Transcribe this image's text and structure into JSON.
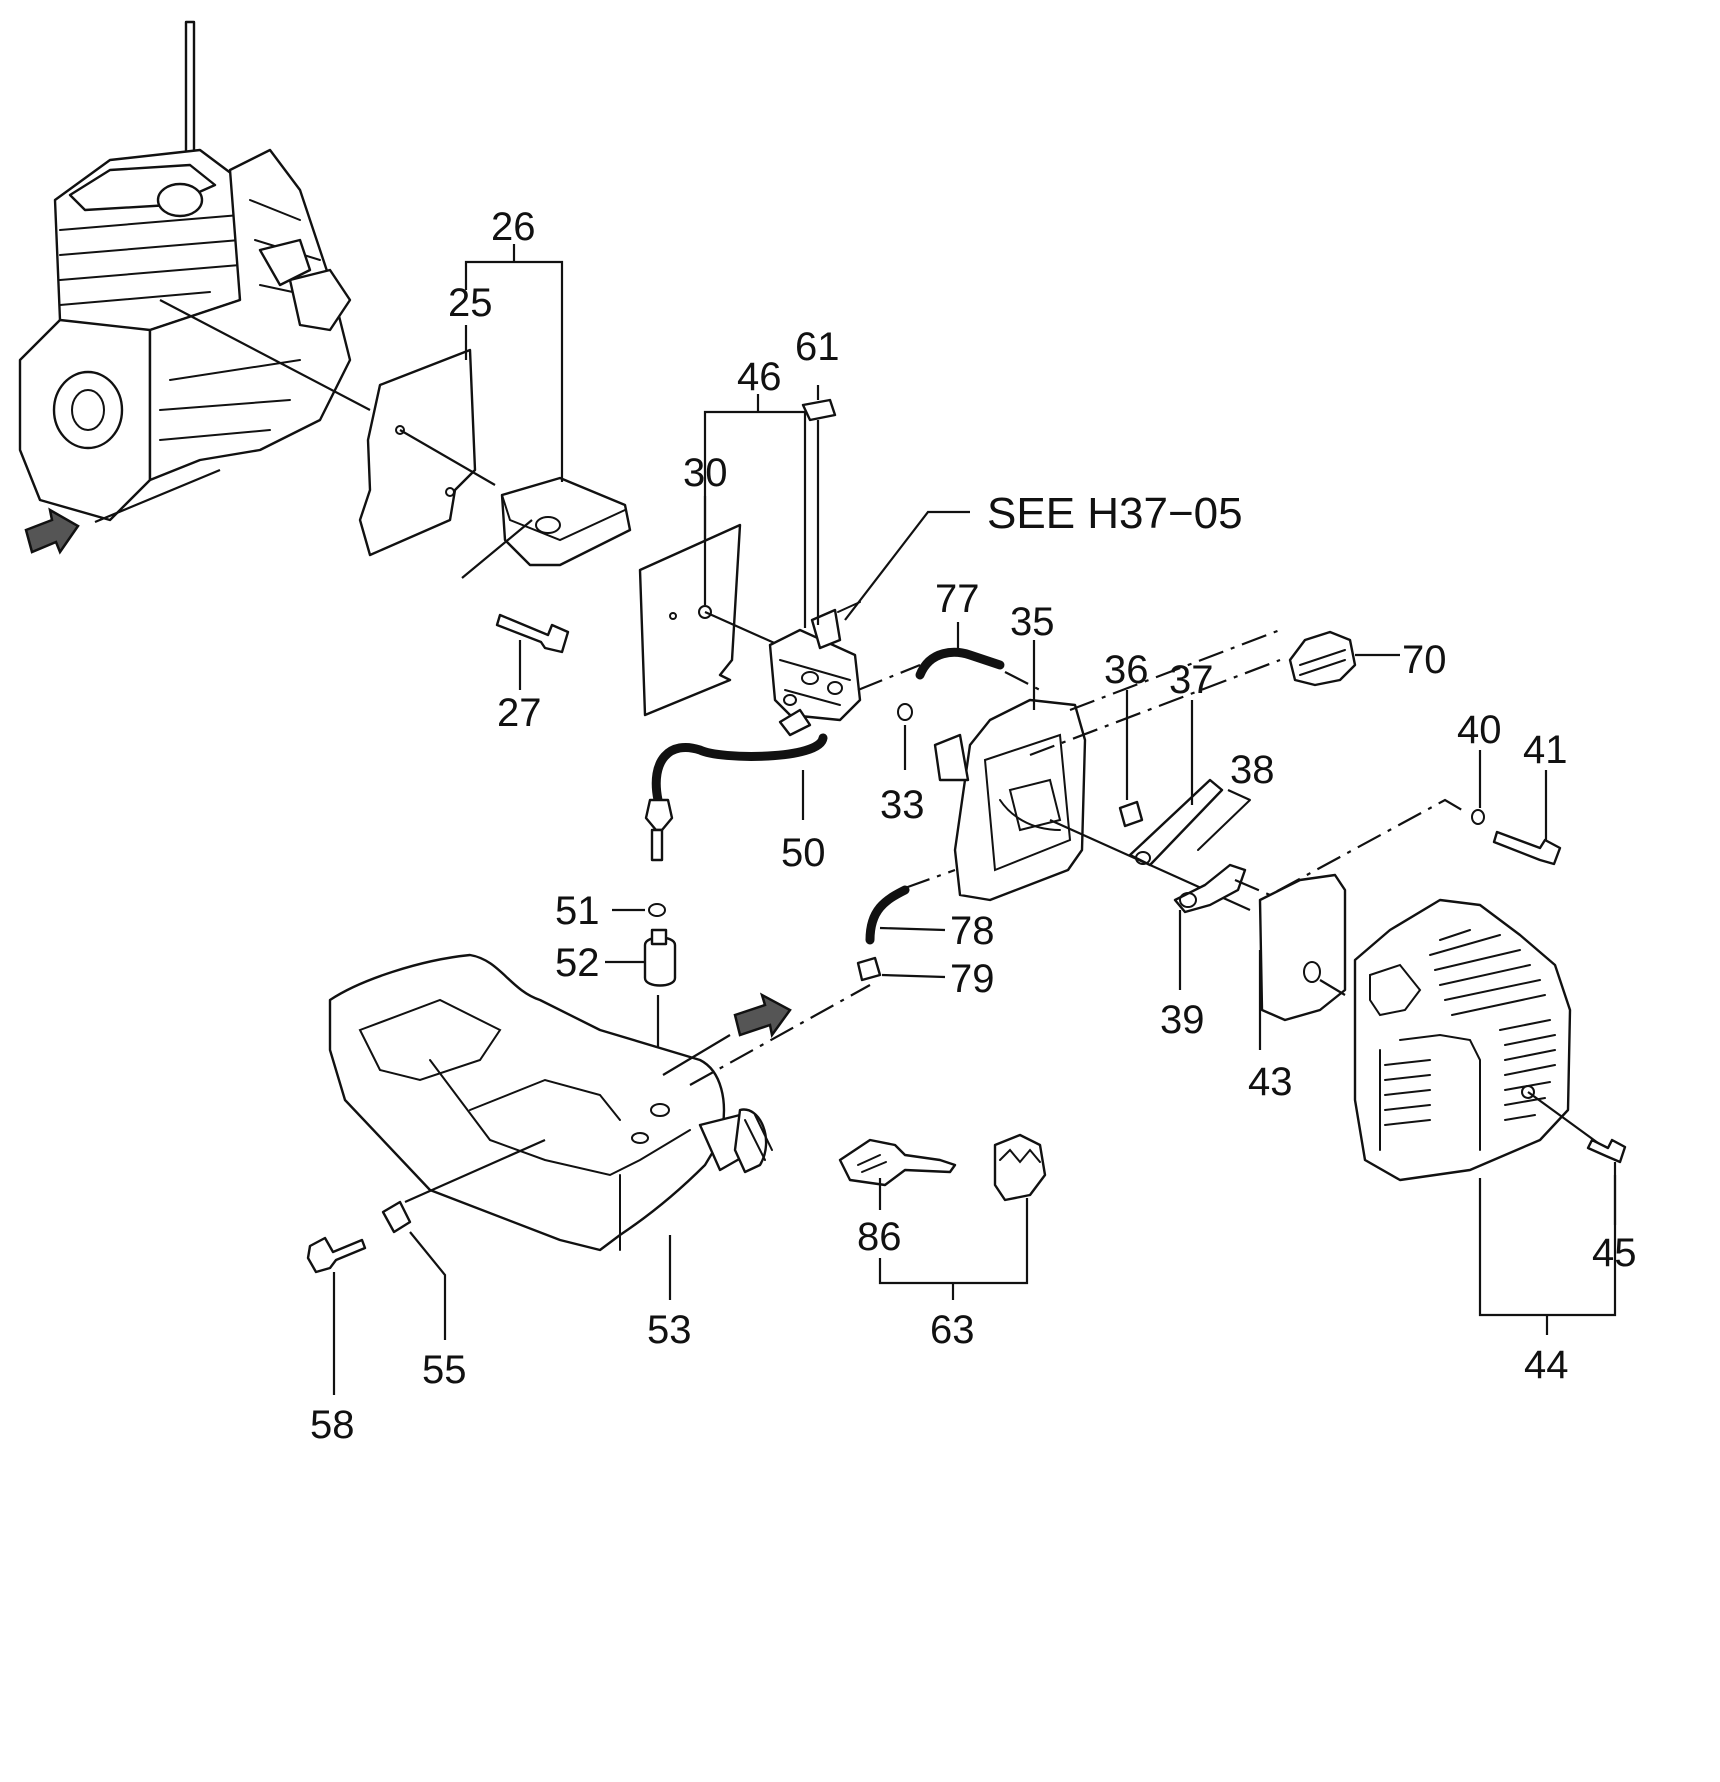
{
  "note": {
    "text": "SEE H37−05"
  },
  "callouts": [
    {
      "id": "25",
      "text": "25"
    },
    {
      "id": "26",
      "text": "26"
    },
    {
      "id": "27",
      "text": "27"
    },
    {
      "id": "30",
      "text": "30"
    },
    {
      "id": "33",
      "text": "33"
    },
    {
      "id": "35",
      "text": "35"
    },
    {
      "id": "36",
      "text": "36"
    },
    {
      "id": "37",
      "text": "37"
    },
    {
      "id": "38",
      "text": "38"
    },
    {
      "id": "39",
      "text": "39"
    },
    {
      "id": "40",
      "text": "40"
    },
    {
      "id": "41",
      "text": "41"
    },
    {
      "id": "43",
      "text": "43"
    },
    {
      "id": "44",
      "text": "44"
    },
    {
      "id": "45",
      "text": "45"
    },
    {
      "id": "46",
      "text": "46"
    },
    {
      "id": "50",
      "text": "50"
    },
    {
      "id": "51",
      "text": "51"
    },
    {
      "id": "52",
      "text": "52"
    },
    {
      "id": "53",
      "text": "53"
    },
    {
      "id": "55",
      "text": "55"
    },
    {
      "id": "58",
      "text": "58"
    },
    {
      "id": "61",
      "text": "61"
    },
    {
      "id": "63",
      "text": "63"
    },
    {
      "id": "70",
      "text": "70"
    },
    {
      "id": "77",
      "text": "77"
    },
    {
      "id": "78",
      "text": "78"
    },
    {
      "id": "79",
      "text": "79"
    },
    {
      "id": "86",
      "text": "86"
    }
  ]
}
